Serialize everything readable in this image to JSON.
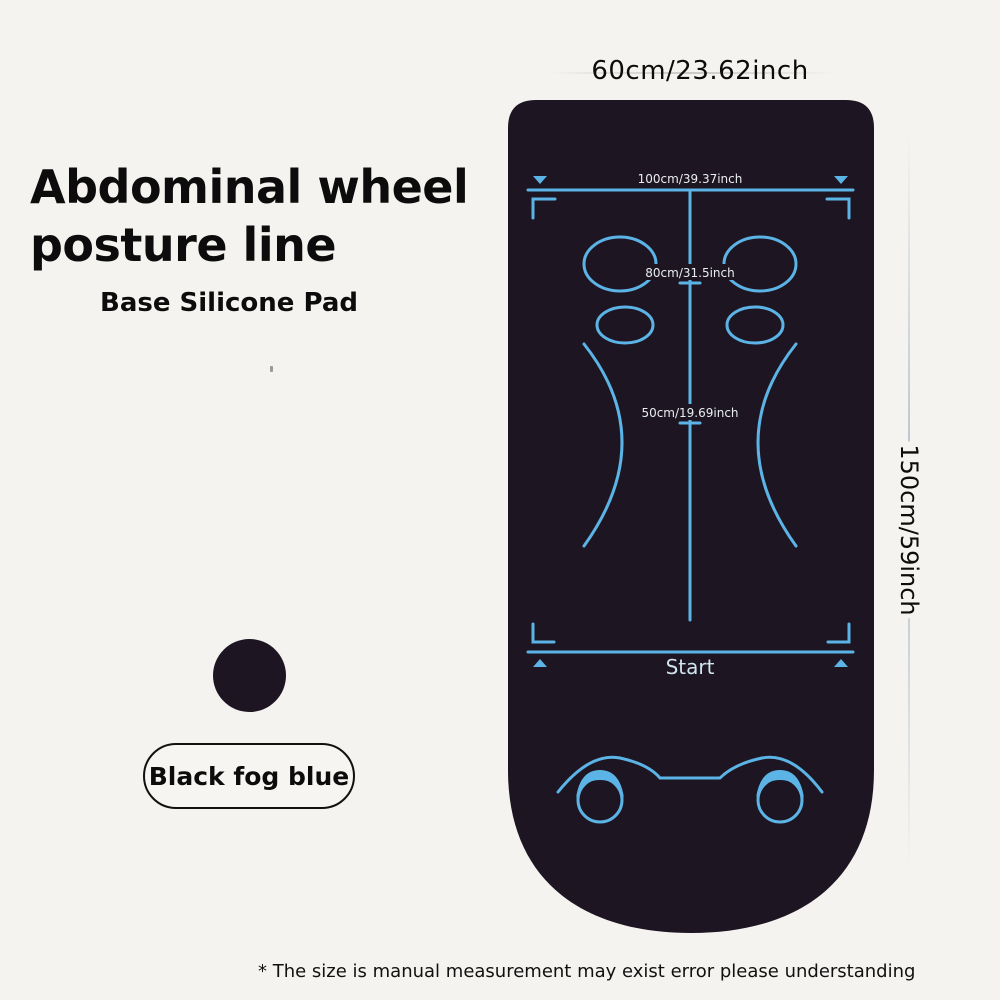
{
  "heading": {
    "title": "Abdominal wheel posture line",
    "subtitle": "Base Silicone Pad"
  },
  "color_option": {
    "label": "Black fog blue",
    "swatch_color": "#1e1522"
  },
  "dimensions": {
    "width": "60cm/23.62inch",
    "length": "150cm/59inch"
  },
  "mat": {
    "background_color": "#1e1522",
    "line_color": "#5bb4e5",
    "markers": {
      "top": "100cm/39.37inch",
      "middle": "80cm/31.5inch",
      "lower": "50cm/19.69inch",
      "start": "Start"
    }
  },
  "footnote": "* The size is manual measurement may exist error please understanding"
}
